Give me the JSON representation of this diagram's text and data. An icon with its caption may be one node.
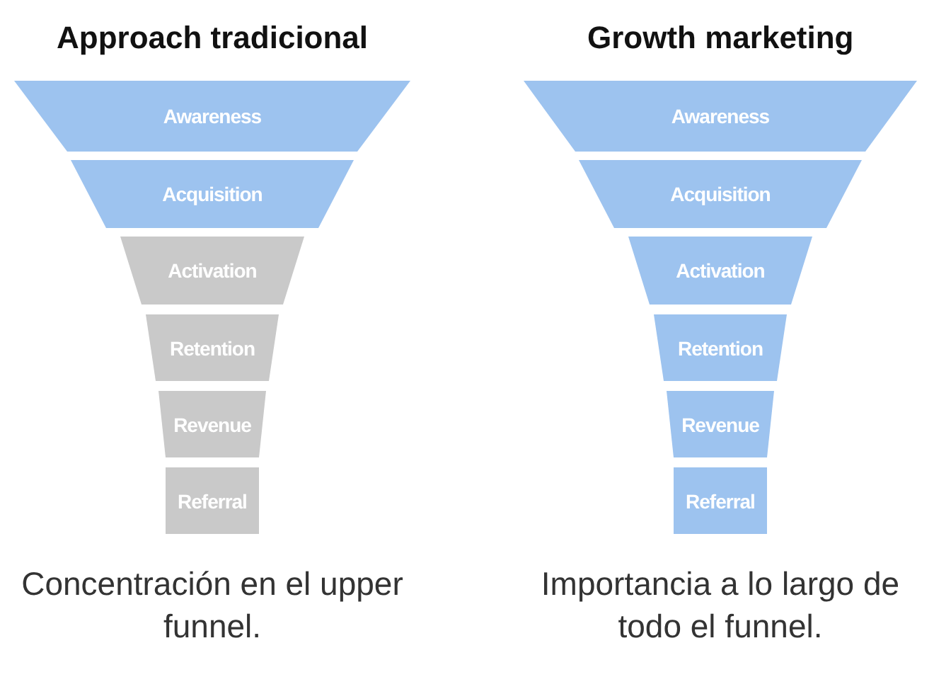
{
  "diagram": {
    "nodes": [
      {
        "text": [
          "Awareness"
        ]
      },
      {
        "text": [
          "Acquisition"
        ]
      },
      {
        "text": [
          "Activation"
        ]
      },
      {
        "text": [
          "Retention"
        ]
      },
      {
        "text": [
          "Revenue"
        ]
      },
      {
        "text": [
          "Referral"
        ]
      },
      {
        "text": [
          "Awareness"
        ]
      },
      {
        "text": [
          "Acquisition"
        ]
      },
      {
        "text": [
          "Activation"
        ]
      },
      {
        "text": [
          "Retention"
        ]
      },
      {
        "text": [
          "Revenue"
        ]
      },
      {
        "text": [
          "Referral"
        ]
      }
    ],
    "labels": [
      "Approach tradicional",
      "Growth marketing",
      "Concentración en el upper funnel.",
      "Importancia a lo largo de todo el funnel."
    ]
  }
}
